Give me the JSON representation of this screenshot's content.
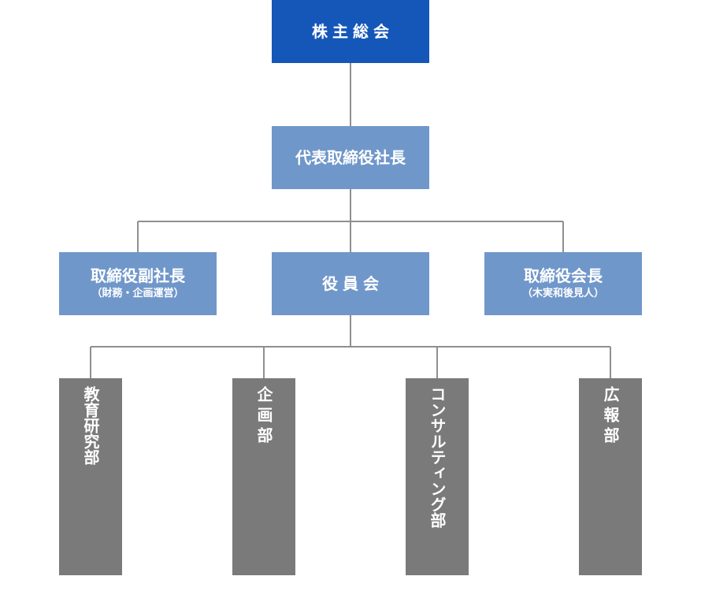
{
  "org_chart": {
    "shareholders_meeting": {
      "label": "株主総会",
      "color": "#1457b9"
    },
    "ceo": {
      "label": "代表取締役社長",
      "color": "#7097ca"
    },
    "vice_president": {
      "label": "取締役副社長",
      "note": "（財務・企画運営）"
    },
    "board": {
      "label": "役員会"
    },
    "chairman": {
      "label": "取締役会長",
      "note": "（木実和後見人）"
    },
    "departments": [
      {
        "label": "教育研究部"
      },
      {
        "label": "企画部"
      },
      {
        "label": "コンサルティング部"
      },
      {
        "label": "広報部"
      }
    ],
    "department_color": "#7a7a7a",
    "connector_color": "#8f8f8f"
  }
}
